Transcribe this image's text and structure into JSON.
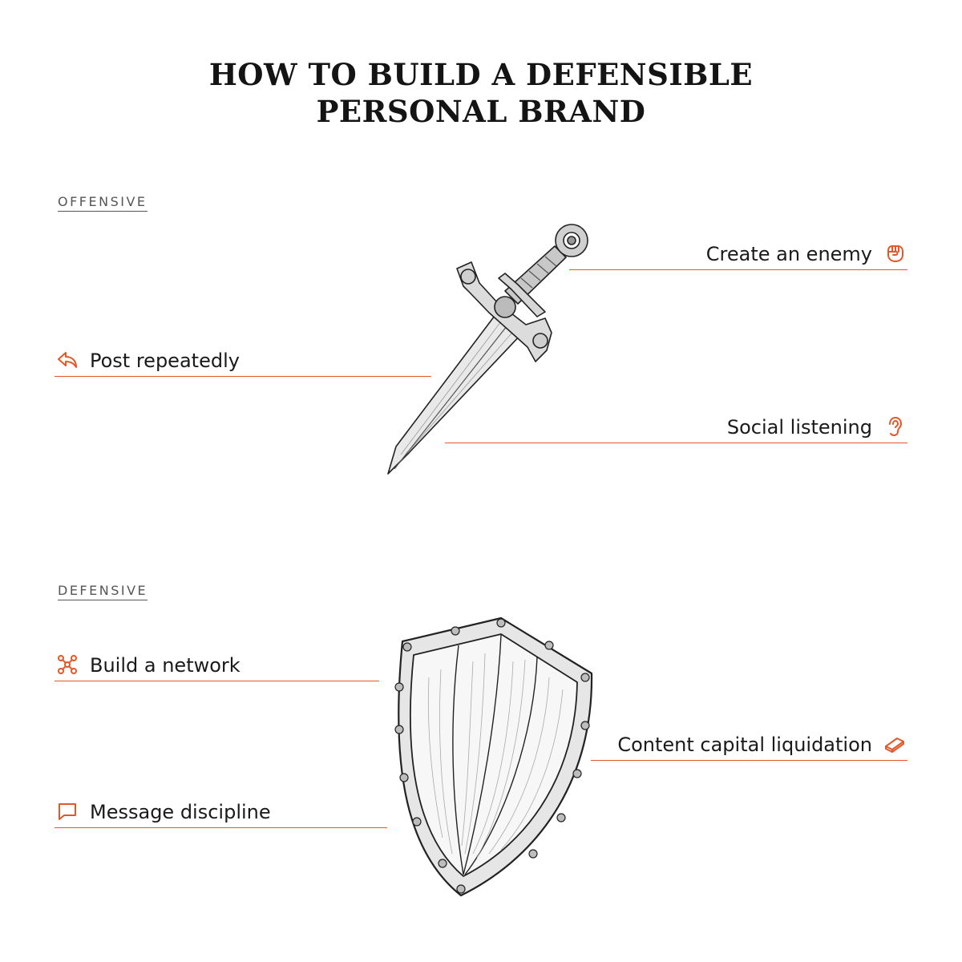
{
  "title": {
    "line1": "HOW TO BUILD A DEFENSIBLE",
    "line2": "PERSONAL BRAND"
  },
  "sections": {
    "offensive": {
      "label": "OFFENSIVE",
      "items": [
        {
          "label": "Create an enemy",
          "icon": "fist-icon"
        },
        {
          "label": "Post repeatedly",
          "icon": "reply-arrow-icon"
        },
        {
          "label": "Social listening",
          "icon": "ear-icon"
        }
      ]
    },
    "defensive": {
      "label": "DEFENSIVE",
      "items": [
        {
          "label": "Build a network",
          "icon": "network-icon"
        },
        {
          "label": "Content capital liquidation",
          "icon": "eraser-icon"
        },
        {
          "label": "Message discipline",
          "icon": "speech-bubble-icon"
        }
      ]
    }
  },
  "colors": {
    "accent": "#e2582a",
    "text": "#1a1a1a",
    "section_label": "#555555",
    "background": "#ffffff"
  },
  "illustrations": [
    "sword-illustration",
    "shield-illustration"
  ]
}
